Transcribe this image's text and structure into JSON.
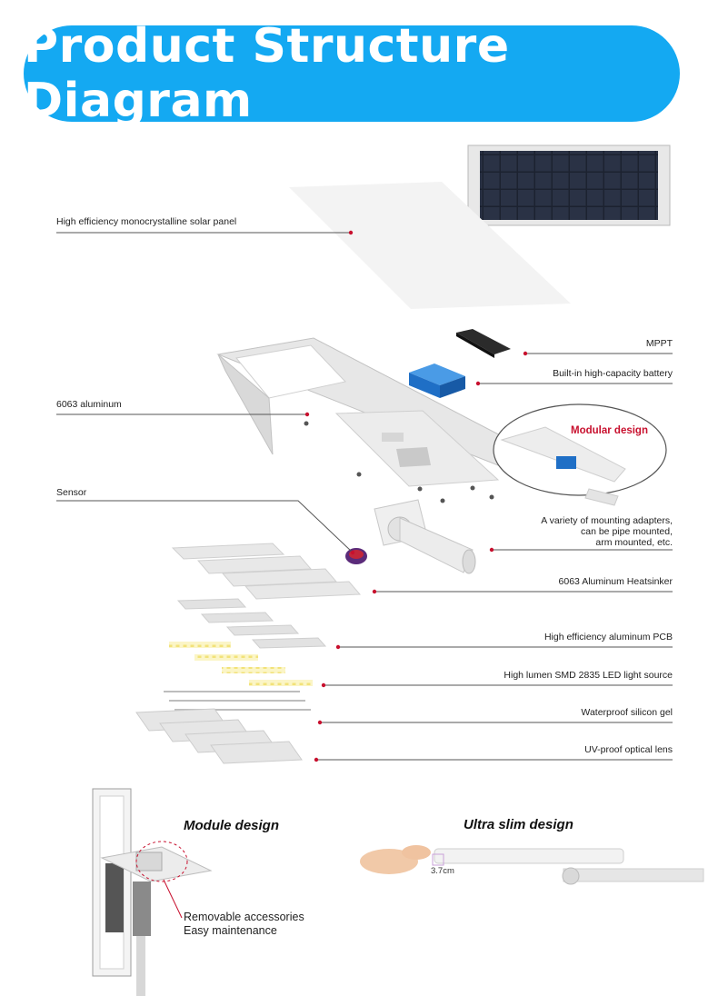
{
  "title": "Product Structure Diagram",
  "labels": {
    "solar_panel": "High efficiency monocrystalline solar panel",
    "mppt": "MPPT",
    "battery": "Built-in high-capacity battery",
    "aluminum": "6063 aluminum",
    "sensor": "Sensor",
    "mounting_1": "A variety of mounting adapters,",
    "mounting_2": "can be pipe mounted,",
    "mounting_3": "arm mounted, etc.",
    "heatsinker": "6063 Aluminum Heatsinker",
    "pcb": "High efficiency aluminum PCB",
    "led": "High lumen SMD  2835 LED light source",
    "gel": "Waterproof silicon gel",
    "lens": "UV-proof optical lens"
  },
  "modular_design": "Modular design",
  "module_design": {
    "title": "Module design",
    "note_1": "Removable accessories",
    "note_2": "Easy maintenance"
  },
  "ultra_slim": {
    "title": "Ultra slim design",
    "dimension": "3.7cm"
  },
  "colors": {
    "banner": "#14a9f2",
    "leader_dot": "#c8102e",
    "battery": "#1f6fc6"
  }
}
